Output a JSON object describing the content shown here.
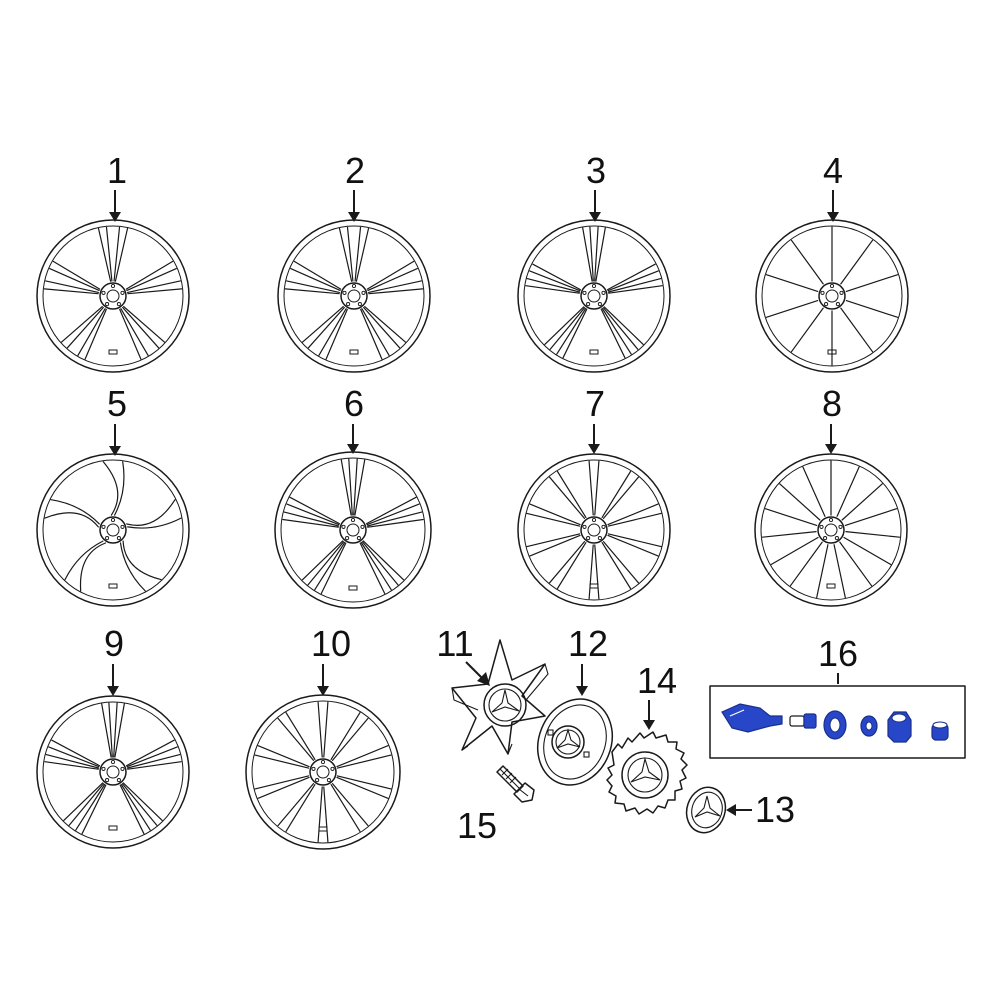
{
  "colors": {
    "line": "#1a1a1a",
    "highlight": "#2747c8",
    "highlight_dark": "#1a2f8a",
    "background": "#ffffff"
  },
  "callouts": [
    "1",
    "2",
    "3",
    "4",
    "5",
    "6",
    "7",
    "8",
    "9",
    "10",
    "11",
    "12",
    "13",
    "14",
    "15",
    "16"
  ],
  "wheels": [
    {
      "callout": "1",
      "spokes": 5,
      "style": "twin-split"
    },
    {
      "callout": "2",
      "spokes": 5,
      "style": "twin-wide"
    },
    {
      "callout": "3",
      "spokes": 5,
      "style": "double"
    },
    {
      "callout": "4",
      "spokes": 10,
      "style": "thin-multi"
    },
    {
      "callout": "5",
      "spokes": 5,
      "style": "curved"
    },
    {
      "callout": "6",
      "spokes": 5,
      "style": "double-twin"
    },
    {
      "callout": "7",
      "spokes": 10,
      "style": "single"
    },
    {
      "callout": "8",
      "spokes": 15,
      "style": "thin-multi"
    },
    {
      "callout": "9",
      "spokes": 5,
      "style": "double"
    },
    {
      "callout": "10",
      "spokes": 10,
      "style": "single"
    }
  ],
  "parts": [
    {
      "callout": "11",
      "icon": "spoke-center-cover-icon"
    },
    {
      "callout": "12",
      "icon": "center-disc-icon"
    },
    {
      "callout": "13",
      "icon": "center-cap-icon"
    },
    {
      "callout": "14",
      "icon": "toothed-hub-cover-icon"
    },
    {
      "callout": "15",
      "icon": "wheel-bolt-icon"
    },
    {
      "callout": "16",
      "icon": "tire-pressure-sensor-kit-icon"
    }
  ]
}
